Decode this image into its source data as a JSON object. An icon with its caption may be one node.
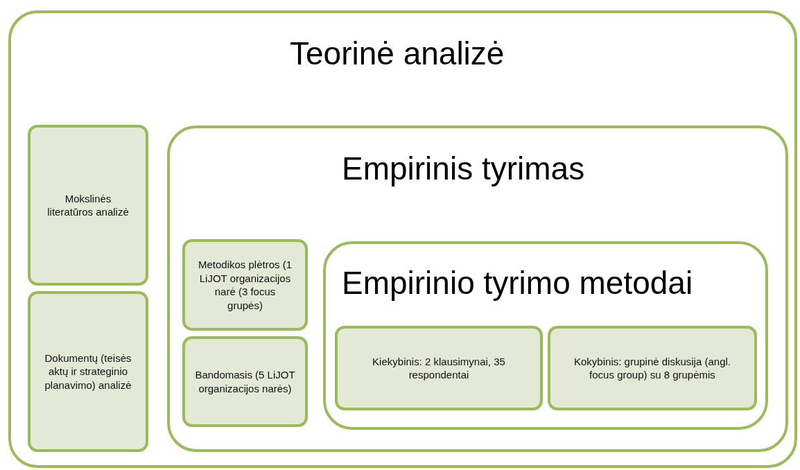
{
  "diagram": {
    "nodes": [
      {
        "text": [
          "Teorinė analizė"
        ]
      },
      {
        "text": [
          "Mokslinės literatūros analizė"
        ],
        "in": 0
      },
      {
        "text": [
          "Dokumentų (teisės aktų ir strateginio planavimo) analizė"
        ],
        "in": 0
      },
      {
        "text": [
          "Empirinis tyrimas"
        ],
        "in": 0
      },
      {
        "text": [
          "Metodikos plėtros (1 LiJOT organizacijos narė (3 focus grupės)"
        ],
        "in": 3
      },
      {
        "text": [
          "Bandomasis (5 LiJOT organizacijos narės)"
        ],
        "in": 3
      },
      {
        "text": [
          "Empirinio tyrimo metodai"
        ],
        "in": 3
      },
      {
        "text": [
          "Kiekybinis: 2 klausimynai, 35 respondentai"
        ],
        "in": 6
      },
      {
        "text": [
          "Kokybinis: grupinė diskusija (angl. focus group) su 8 grupėmis"
        ],
        "in": 6
      }
    ]
  }
}
